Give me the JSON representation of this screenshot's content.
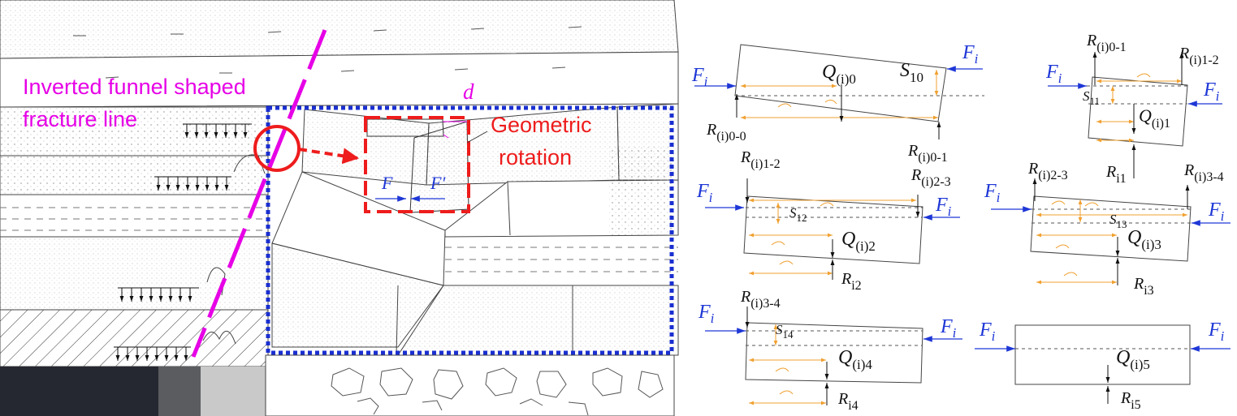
{
  "colors": {
    "fracture": "#e600e6",
    "highlight": "#ee1c1c",
    "zone": "#1a2fd0",
    "force": "#1e37d6",
    "dimension": "#f0a030",
    "coal": "#252830"
  },
  "left_figure": {
    "fracture_label_line1": "Inverted funnel shaped",
    "fracture_label_line2": "fracture line",
    "rotation_label_line1": "Geometric",
    "rotation_label_line2": "rotation",
    "d_label": "d",
    "F_label": "F",
    "Fp_label": "F′"
  },
  "blocks": {
    "b0": {
      "Fl": "F",
      "Fl_sub": "i",
      "Fr": "F",
      "Fr_sub": "i",
      "Q": "Q",
      "Q_sub": "(i)0",
      "S": "S",
      "S_sub": "10",
      "Rl": "R",
      "Rl_sub": "(i)0-0",
      "Rr": "R",
      "Rr_sub": "(i)0-1"
    },
    "b1": {
      "Fl": "F",
      "Fl_sub": "i",
      "Fr": "F",
      "Fr_sub": "i",
      "Q": "Q",
      "Q_sub": "(i)1",
      "S": "S",
      "S_sub": "11",
      "Rtl": "R",
      "Rtl_sub": "(i)0-1",
      "Rtr": "R",
      "Rtr_sub": "(i)1-2",
      "Rb": "R",
      "Rb_sub": "i1"
    },
    "b2": {
      "Fl": "F",
      "Fl_sub": "i",
      "Fr": "F",
      "Fr_sub": "i",
      "Q": "Q",
      "Q_sub": "(i)2",
      "S": "S",
      "S_sub": "12",
      "Rtl": "R",
      "Rtl_sub": "(i)1-2",
      "Rtr": "R",
      "Rtr_sub": "(i)2-3",
      "Rb": "R",
      "Rb_sub": "i2"
    },
    "b3": {
      "Fl": "F",
      "Fl_sub": "i",
      "Fr": "F",
      "Fr_sub": "i",
      "Q": "Q",
      "Q_sub": "(i)3",
      "S": "S",
      "S_sub": "13",
      "Rtl": "R",
      "Rtl_sub": "(i)2-3",
      "Rtr": "R",
      "Rtr_sub": "(i)3-4",
      "Rb": "R",
      "Rb_sub": "i3"
    },
    "b4": {
      "Fl": "F",
      "Fl_sub": "i",
      "Fr": "F",
      "Fr_sub": "i",
      "Q": "Q",
      "Q_sub": "(i)4",
      "S": "S",
      "S_sub": "14",
      "Rtl": "R",
      "Rtl_sub": "(i)3-4",
      "Rb": "R",
      "Rb_sub": "i4"
    },
    "b5": {
      "Fl": "F",
      "Fl_sub": "i",
      "Fr": "F",
      "Fr_sub": "i",
      "Q": "Q",
      "Q_sub": "(i)5",
      "Rb": "R",
      "Rb_sub": "i5"
    }
  }
}
